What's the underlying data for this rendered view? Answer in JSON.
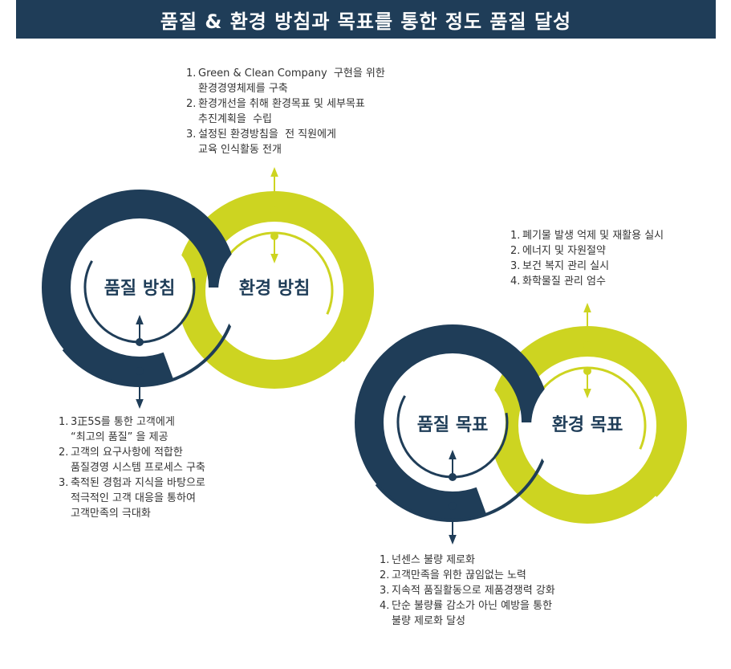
{
  "title": "품질 & 환경 방침과 목표를 통한 정도 품질 달성",
  "colors": {
    "navy": "#1f3d58",
    "lime": "#cdd421",
    "text": "#333333"
  },
  "circles": {
    "quality_policy": "품질 방침",
    "env_policy": "환경 방침",
    "quality_goal": "품질 목표",
    "env_goal": "환경 목표"
  },
  "lists": {
    "env_policy": [
      {
        "num": "1.",
        "lines": [
          "Green & Clean Company  구현을 위한",
          "환경경영체제를 구축"
        ]
      },
      {
        "num": "2.",
        "lines": [
          "환경개선을 취해 환경목표 및 세부목표",
          "추진계획을  수립"
        ]
      },
      {
        "num": "3.",
        "lines": [
          "설정된 환경방침을  전 직원에게",
          "교육 인식활동 전개"
        ]
      }
    ],
    "quality_policy": [
      {
        "num": "1.",
        "lines": [
          "3正5S를 통한 고객에게",
          "“최고의 품질” 을 제공"
        ]
      },
      {
        "num": "2.",
        "lines": [
          "고객의 요구사항에 적합한",
          "품질경영 시스템 프로세스 구축"
        ]
      },
      {
        "num": "3.",
        "lines": [
          "축적된 경험과 지식을 바탕으로",
          "적극적인 고객 대응을 통하여",
          "고객만족의 극대화"
        ]
      }
    ],
    "env_goal": [
      {
        "num": "1.",
        "lines": [
          "폐기물 발생 억제 및 재활용 실시"
        ]
      },
      {
        "num": "2.",
        "lines": [
          "에너지 및 자원절약"
        ]
      },
      {
        "num": "3.",
        "lines": [
          "보건 복지 관리 실시"
        ]
      },
      {
        "num": "4.",
        "lines": [
          "화학물질 관리 엄수"
        ]
      }
    ],
    "quality_goal": [
      {
        "num": "1.",
        "lines": [
          "넌센스 불량 제로화"
        ]
      },
      {
        "num": "2.",
        "lines": [
          "고객만족을 위한 끊임없는 노력"
        ]
      },
      {
        "num": "3.",
        "lines": [
          "지속적 품질활동으로 제품경쟁력 강화"
        ]
      },
      {
        "num": "4.",
        "lines": [
          "단순 불량률 감소가 아닌 예방을 통한",
          "불량 제로화 달성"
        ]
      }
    ]
  }
}
